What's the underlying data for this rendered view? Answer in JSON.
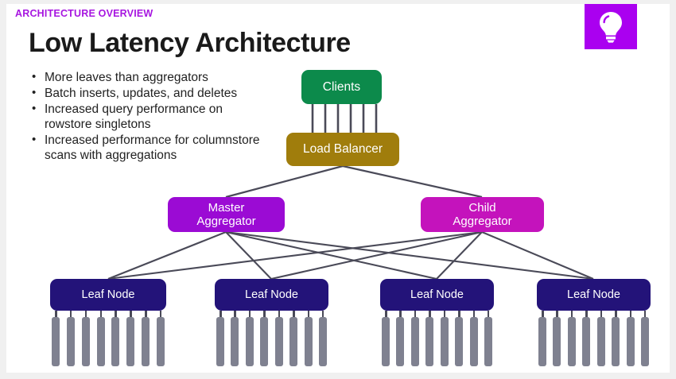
{
  "slide": {
    "eyebrow": "ARCHITECTURE OVERVIEW",
    "title": "Low Latency Architecture",
    "badge_icon": "lightbulb-icon",
    "badge_color": "#aa00f0",
    "accent_color": "#a716e0",
    "background": "#ffffff"
  },
  "bullets": [
    {
      "marker": "•",
      "text": "More leaves than aggregators"
    },
    {
      "marker": "•",
      "text": "Batch inserts, updates, and deletes"
    },
    {
      "marker": "•",
      "text": "Increased query performance on rowstore singletons"
    },
    {
      "marker": "•",
      "text": "Increased performance for columnstore scans with aggregations"
    }
  ],
  "diagram": {
    "type": "node-tree",
    "edge_color": "#4a4a58",
    "nodes": {
      "clients": {
        "label": "Clients",
        "color": "#0c8a4b"
      },
      "load_balancer": {
        "label": "Load Balancer",
        "color": "#a07d0c"
      },
      "master_aggregator": {
        "label": "Master\nAggregator",
        "line1": "Master",
        "line2": "Aggregator",
        "color": "#9b0bd4"
      },
      "child_aggregator": {
        "label": "Child\nAggregator",
        "line1": "Child",
        "line2": "Aggregator",
        "color": "#c413bc"
      }
    },
    "leaf_nodes": [
      {
        "label": "Leaf Node",
        "color": "#231379",
        "disk_count": 8
      },
      {
        "label": "Leaf Node",
        "color": "#231379",
        "disk_count": 8
      },
      {
        "label": "Leaf Node",
        "color": "#231379",
        "disk_count": 8
      },
      {
        "label": "Leaf Node",
        "color": "#231379",
        "disk_count": 8
      }
    ],
    "disk_color": "#7f8190",
    "client_connector_count": 6
  }
}
